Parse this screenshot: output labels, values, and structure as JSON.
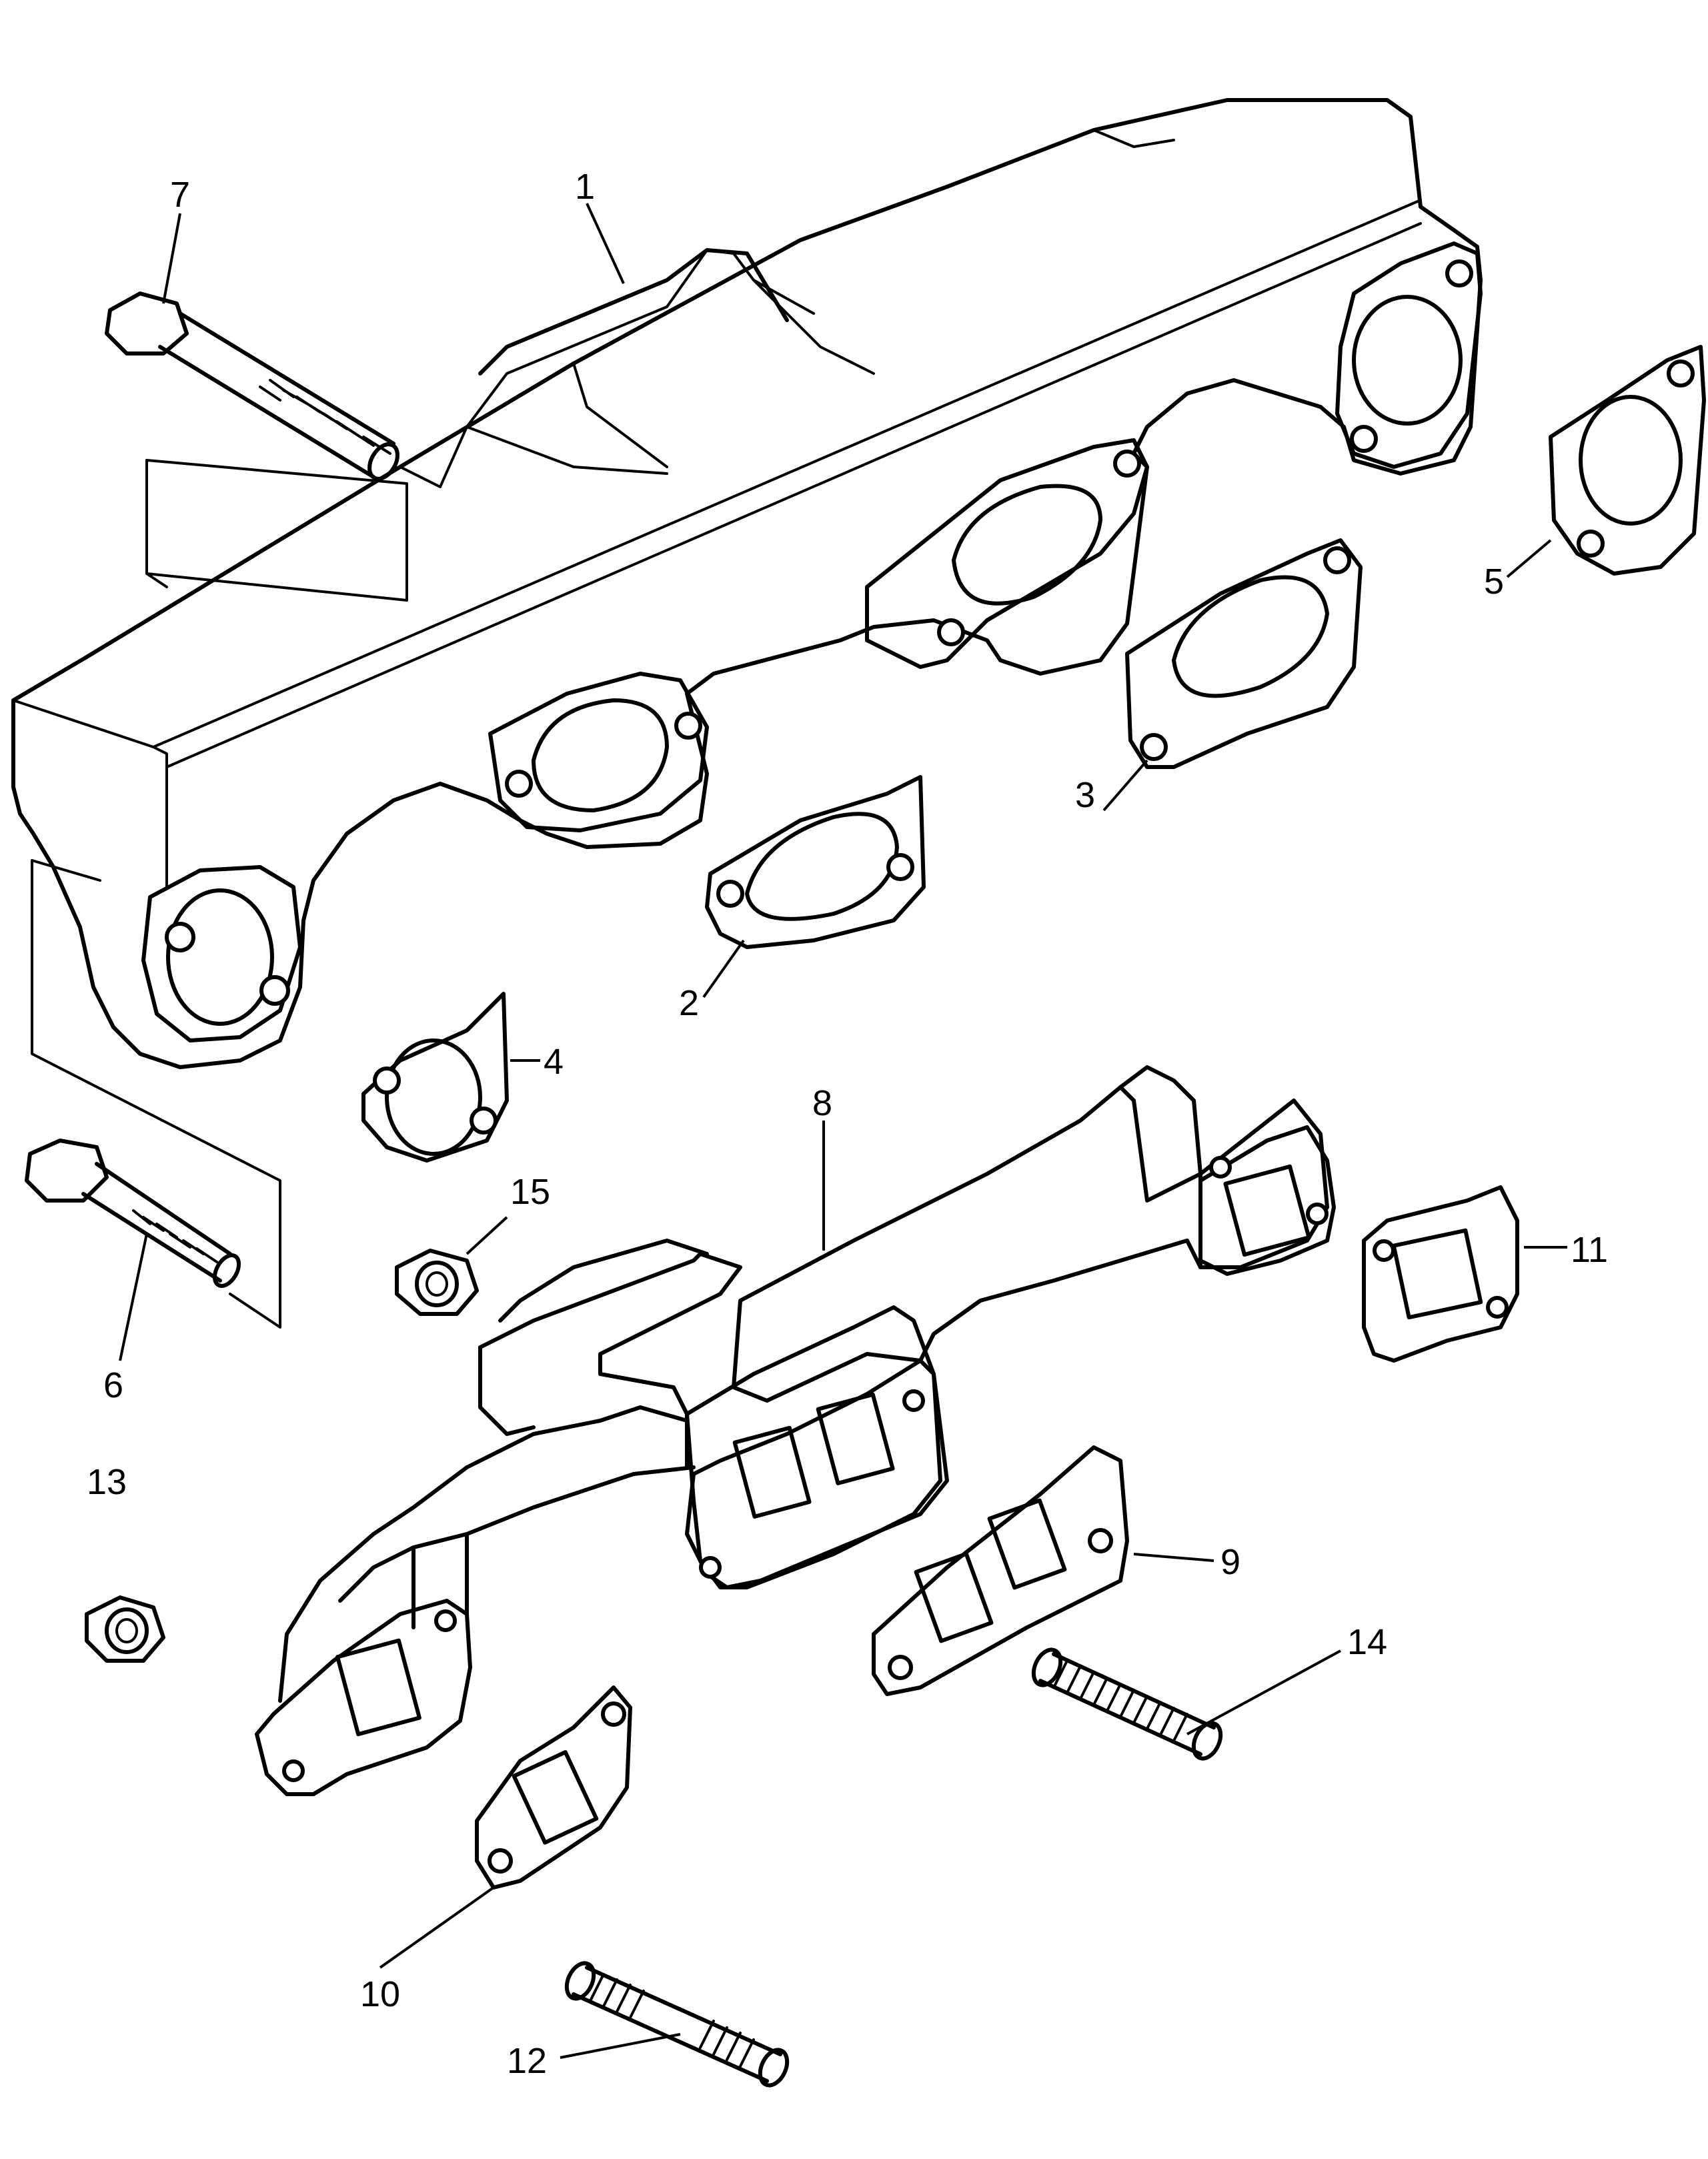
{
  "diagram": {
    "callouts": [
      {
        "id": "1",
        "text": "1"
      },
      {
        "id": "2",
        "text": "2"
      },
      {
        "id": "3",
        "text": "3"
      },
      {
        "id": "4",
        "text": "4"
      },
      {
        "id": "5",
        "text": "5"
      },
      {
        "id": "6",
        "text": "6"
      },
      {
        "id": "7",
        "text": "7"
      },
      {
        "id": "8",
        "text": "8"
      },
      {
        "id": "9",
        "text": "9"
      },
      {
        "id": "10",
        "text": "10"
      },
      {
        "id": "11",
        "text": "11"
      },
      {
        "id": "12",
        "text": "12"
      },
      {
        "id": "13",
        "text": "13"
      },
      {
        "id": "14",
        "text": "14"
      },
      {
        "id": "15",
        "text": "15"
      }
    ],
    "colors": {
      "line": "#000000",
      "background": "#ffffff"
    }
  }
}
